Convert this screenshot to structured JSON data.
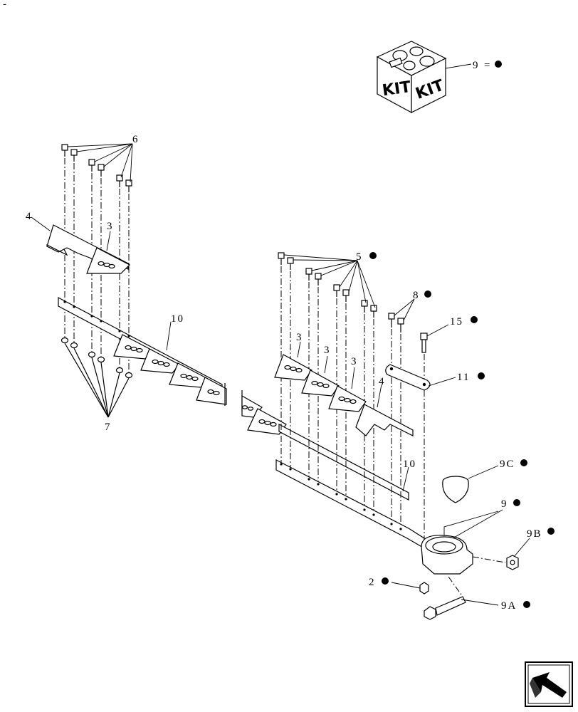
{
  "corner_mark": "-",
  "kit": {
    "text_left": "KIT",
    "text_right": "KIT",
    "callout": "9",
    "equals": "="
  },
  "callouts": {
    "c6": "6",
    "c4_left": "4",
    "c3_left": "3",
    "c10_upper": "10",
    "c7": "7",
    "c5": "5",
    "c8": "8",
    "c15": "15",
    "c3_a": "3",
    "c3_b": "3",
    "c3_c": "3",
    "c4_right": "4",
    "c11": "11",
    "c10_lower": "10",
    "c9C": "9C",
    "c9": "9",
    "c9B": "9B",
    "c2": "2",
    "c9A": "9A"
  },
  "nav_icon": "previous-page-arrow-icon"
}
